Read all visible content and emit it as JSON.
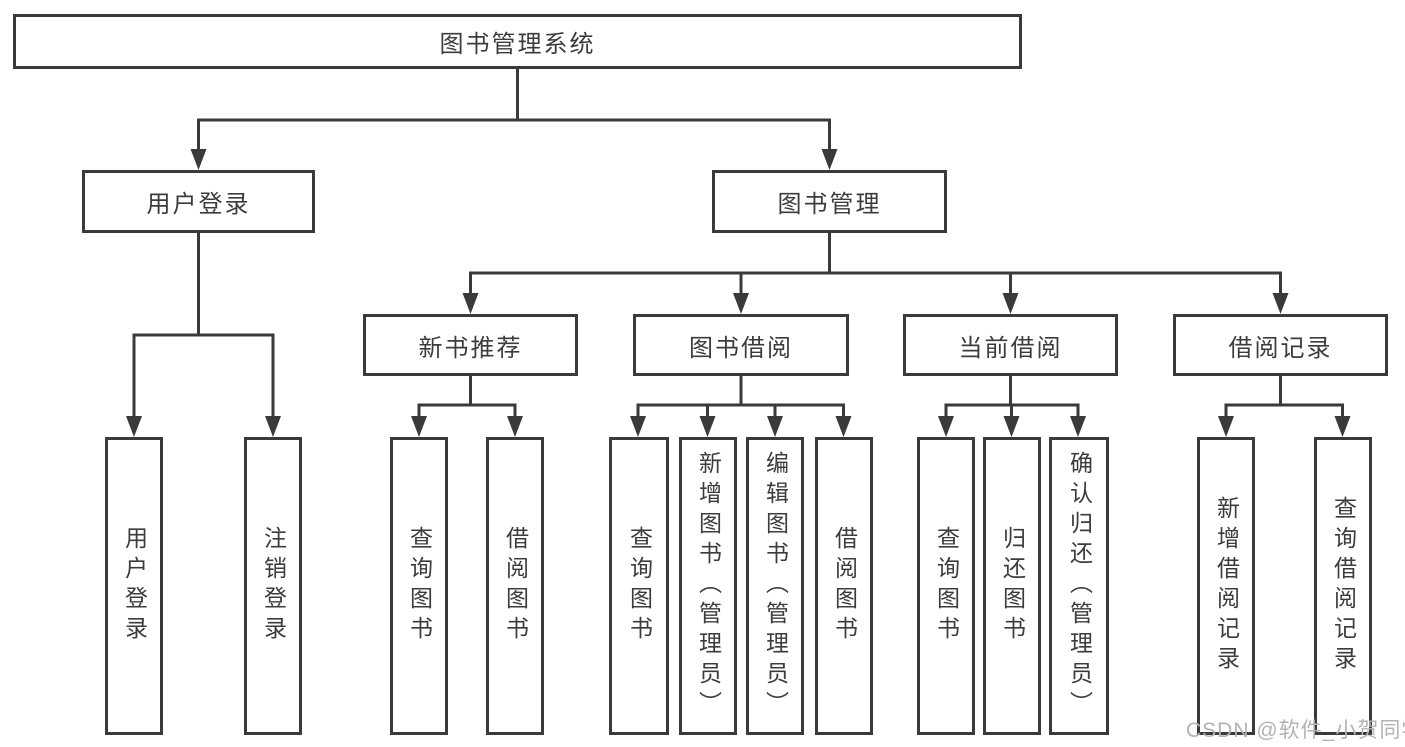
{
  "diagram": {
    "root": {
      "label": "图书管理系统"
    },
    "branches": [
      {
        "label": "用户登录",
        "children": [
          "用户登录",
          "注销登录"
        ]
      },
      {
        "label": "图书管理"
      }
    ],
    "modules": [
      {
        "label": "新书推荐",
        "children": [
          "查询图书",
          "借阅图书"
        ]
      },
      {
        "label": "图书借阅",
        "children": [
          "查询图书",
          "新增图书（管理员）",
          "编辑图书（管理员）",
          "借阅图书"
        ]
      },
      {
        "label": "当前借阅",
        "children": [
          "查询图书",
          "归还图书",
          "确认归还（管理员）"
        ]
      },
      {
        "label": "借阅记录",
        "children": [
          "新增借阅记录",
          "查询借阅记录"
        ]
      }
    ],
    "colors": {
      "line": "#3a3a3a",
      "text": "#3c3c3c",
      "background": "#ffffff",
      "watermark": "#b3b3b3"
    },
    "watermark": "CSDN @软件_小贺同学"
  }
}
